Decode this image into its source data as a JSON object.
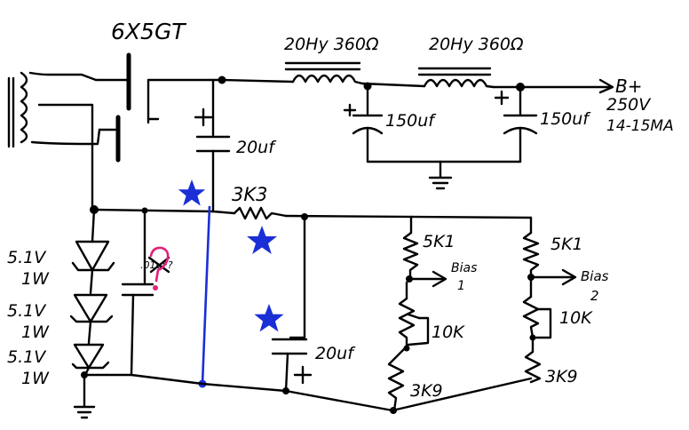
{
  "tube": "6X5GT",
  "choke1": "20Hy 360Ω",
  "choke2": "20Hy 360Ω",
  "output": {
    "line1": "B+",
    "line2": "250V",
    "line3": "14-15MA"
  },
  "filter_caps": {
    "c1": "150uf",
    "c2": "150uf"
  },
  "top_cap": "20uf",
  "series_resistor": "3K3",
  "bottom_cap": "20uf",
  "zeners": [
    {
      "voltage": "5.1V",
      "power": "1W"
    },
    {
      "voltage": "5.1V",
      "power": "1W"
    },
    {
      "voltage": "5.1V",
      "power": "1W"
    }
  ],
  "unknown_cap": ".01uF?",
  "bias1": {
    "top_resistor": "5K1",
    "pot": "10K",
    "bottom_resistor": "3K9",
    "label_line1": "Bias",
    "label_line2": "1"
  },
  "bias2": {
    "top_resistor": "5K1",
    "pot": "10K",
    "bottom_resistor": "3K9",
    "label_line1": "Bias",
    "label_line2": "2"
  },
  "colors": {
    "ink": "#000000",
    "highlight": "#1a2fd6",
    "question": "#e0217a"
  }
}
